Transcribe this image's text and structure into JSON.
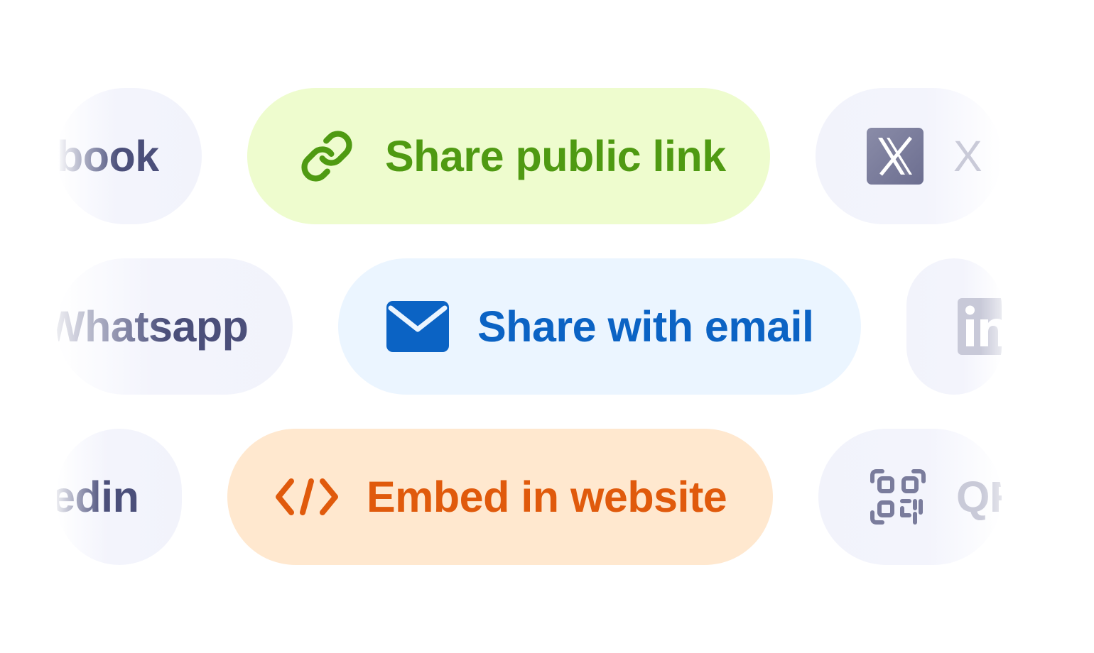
{
  "share_options": {
    "public_link": {
      "label": "Share public link",
      "icon": "link-icon",
      "bg": "#eefcce",
      "color": "#4f9a12"
    },
    "email": {
      "label": "Share with email",
      "icon": "envelope-icon",
      "bg": "#ebf5ff",
      "color": "#0b63c4"
    },
    "embed": {
      "label": "Embed in website",
      "icon": "code-icon",
      "bg": "#ffe8cf",
      "color": "#e05a0c"
    }
  },
  "faded_options": {
    "facebook": {
      "label": "book"
    },
    "whatsapp": {
      "label": "Whatsapp"
    },
    "linkedin_left": {
      "label": "edin"
    },
    "x": {
      "label": "X",
      "icon": "x-logo-icon"
    },
    "linkedin_right": {
      "label": "in",
      "icon": "linkedin-logo-icon"
    },
    "qr": {
      "label": "QR",
      "icon": "qr-code-icon"
    }
  },
  "colors": {
    "faded_text": "#4b4f7a",
    "faded_icon": "#6e7196",
    "faded_bg": "#f2f3fb"
  }
}
